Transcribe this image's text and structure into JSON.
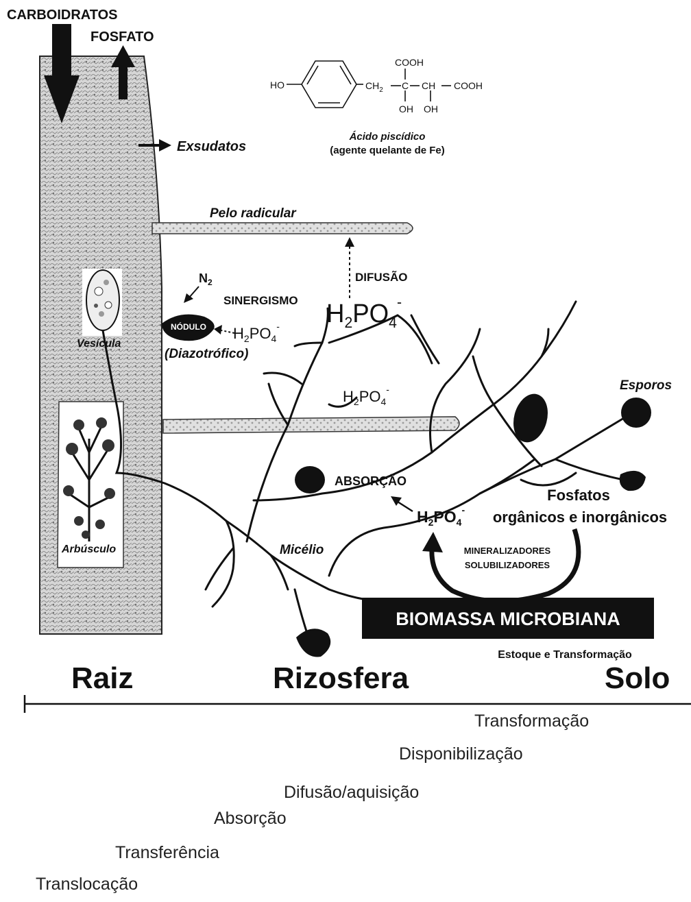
{
  "top": {
    "carbohydrates": "CARBOIDRATOS",
    "phosphate": "FOSFATO",
    "exudates": "Exsudatos"
  },
  "molecule": {
    "ho": "HO",
    "cooh_top": "COOH",
    "ch2": "CH",
    "ch2_sub": "2",
    "c_center": "C",
    "ch": "CH",
    "cooh_right": "COOH",
    "oh1": "OH",
    "oh2": "OH",
    "name": "Ácido piscídico",
    "note": "(agente quelante de Fe)"
  },
  "labels": {
    "root_hair": "Pelo radicular",
    "diffusion": "DIFUSÃO",
    "n2": "N",
    "n2_sub": "2",
    "synergism": "SINERGISMO",
    "nodule": "NÓDULO",
    "diazotroph": "(Diazotrófico)",
    "vesicle": "Vesícula",
    "arbuscule": "Arbúsculo",
    "spores": "Esporos",
    "absorption": "ABSORÇÃO",
    "mycelium": "Micélio",
    "phosphates_line1": "Fosfatos",
    "phosphates_line2": "orgânicos e inorgânicos",
    "mineralizers": "MINERALIZADORES",
    "solubilizers": "SOLUBILIZADORES",
    "biomass": "BIOMASSA MICROBIANA",
    "stock": "Estoque e Transformação"
  },
  "ion": {
    "h": "H",
    "sub2": "2",
    "po": "PO",
    "sub4": "4",
    "charge": "-"
  },
  "zones": {
    "root": "Raiz",
    "rhizosphere": "Rizosfera",
    "soil": "Solo"
  },
  "steps": {
    "transformation": "Transformação",
    "availability": "Disponibilização",
    "diffusion_acquisition": "Difusão/aquisição",
    "absorption": "Absorção",
    "transfer": "Transferência",
    "translocation": "Translocação"
  },
  "colors": {
    "ink": "#111111",
    "root_texture": "#b5b5b5",
    "biomass_box": "#111111",
    "biomass_text": "#ffffff"
  }
}
